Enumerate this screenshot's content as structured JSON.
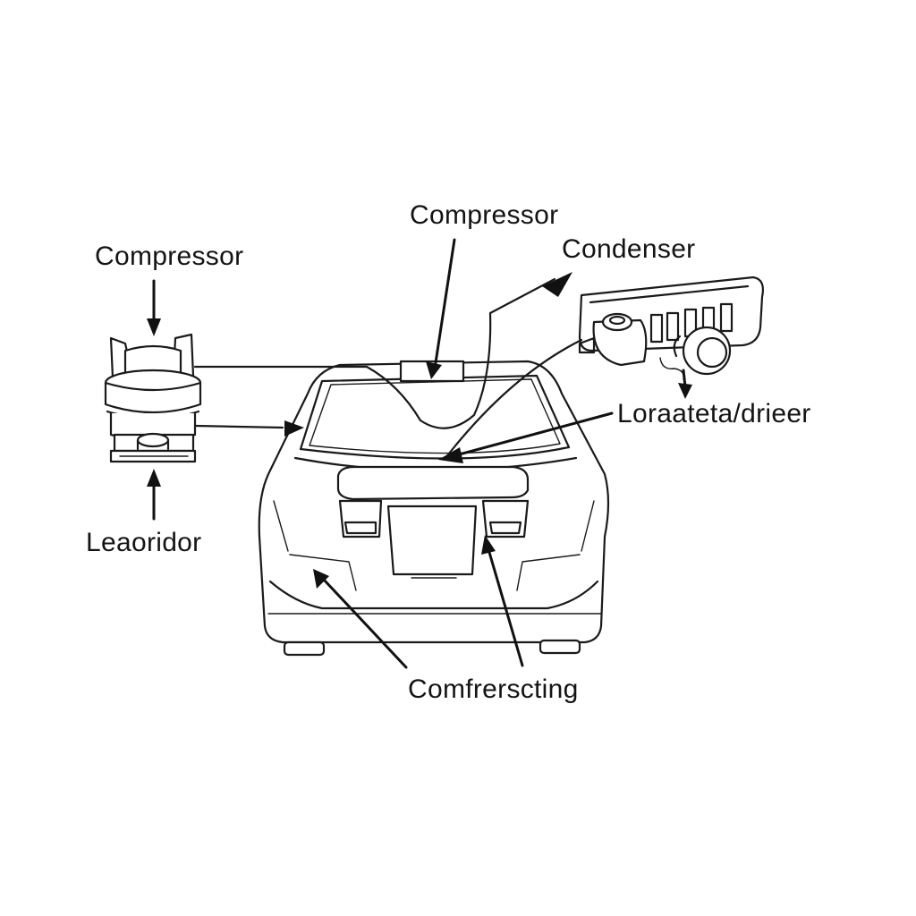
{
  "labels": {
    "compressor_left": "Compressor",
    "compressor_top": "Compressor",
    "condenser": "Condenser",
    "receiver_drier": "Loraateta/drieer",
    "leadridor": "Leaoridor",
    "bottom": "Comfrerscting"
  },
  "colors": {
    "background": "#ffffff",
    "line": "#1a1a1a",
    "text": "#141414"
  }
}
